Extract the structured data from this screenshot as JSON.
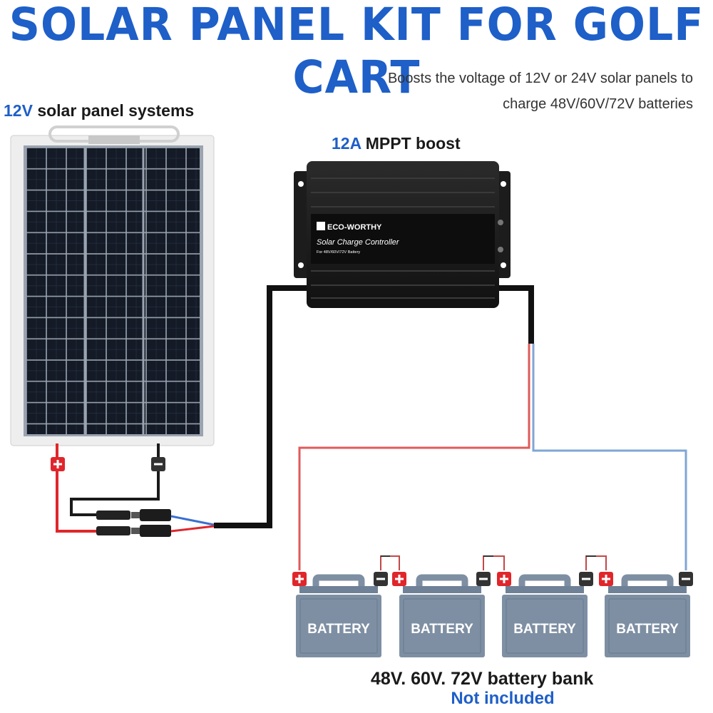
{
  "title": "SOLAR PANEL KIT FOR GOLF CART",
  "subtitle": {
    "line1": "Boosts the voltage of 12V or 24V solar panels to",
    "line2": "charge 48V/60V/72V batteries"
  },
  "panel_label": {
    "accent": "12V",
    "text": " solar panel systems"
  },
  "controller_label": {
    "accent": "12A",
    "text": " MPPT boost"
  },
  "controller": {
    "brand": "ECO-WORTHY",
    "name": "Solar Charge Controller",
    "sub": "For 48V/60V/72V Battery"
  },
  "battery_label": "BATTERY",
  "batteries": [
    "BATTERY",
    "BATTERY",
    "BATTERY",
    "BATTERY"
  ],
  "bank_label": "48V. 60V. 72V battery bank",
  "bank_note": "Not included",
  "colors": {
    "accent": "#1e5fc8",
    "positive": "#e0262b",
    "negative": "#333333",
    "wire_red": "#e05a5a",
    "wire_blue": "#7fa6d6",
    "battery": "#7e8fa3"
  },
  "icons": [
    "plus-terminal-icon",
    "minus-terminal-icon",
    "mc4-connector-icon"
  ]
}
